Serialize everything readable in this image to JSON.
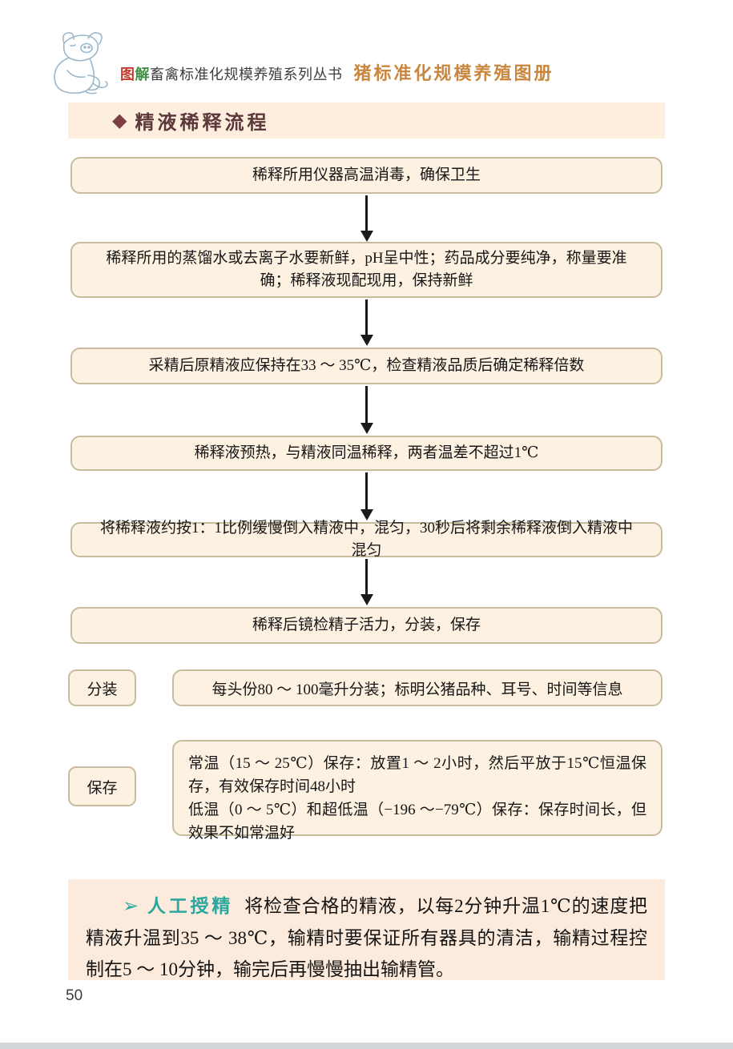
{
  "header": {
    "logo_prefix_char1": "图",
    "logo_prefix_char2": "解",
    "series_name": "畜禽标准化规模养殖系列丛书",
    "book_title": "猪标准化规模养殖图册"
  },
  "section": {
    "bullet": "◆",
    "title": "精液稀释流程"
  },
  "flowchart": {
    "steps": [
      "稀释所用仪器高温消毒，确保卫生",
      "稀释所用的蒸馏水或去离子水要新鲜，pH呈中性；药品成分要纯净，称量要准确；稀释液现配现用，保持新鲜",
      "采精后原精液应保持在33 ～ 35℃，检查精液品质后确定稀释倍数",
      "稀释液预热，与精液同温稀释，两者温差不超过1℃",
      "将稀释液约按1：1比例缓慢倒入精液中，混匀，30秒后将剩余稀释液倒入精液中混匀",
      "稀释后镜检精子活力，分装，保存"
    ]
  },
  "detail_rows": {
    "fenzhuang": {
      "label": "分装",
      "text": "每头份80 ～ 100毫升分装；标明公猪品种、耳号、时间等信息"
    },
    "baocun": {
      "label": "保存",
      "line1": "常温（15 ～ 25℃）保存：放置1 ～ 2小时，然后平放于15℃恒温保存，有效保存时间48小时",
      "line2": "低温（0 ～ 5℃）和超低温（−196 ～−79℃）保存：保存时间长，但效果不如常温好"
    }
  },
  "note": {
    "marker": "➢",
    "keyword": "人工授精",
    "text": "将检查合格的精液，以每2分钟升温1℃的速度把精液升温到35 ～ 38℃，输精时要保证所有器具的清洁，输精过程控制在5 ～ 10分钟，输完后再慢慢抽出输精管。"
  },
  "footer": {
    "page_number": "50"
  },
  "colors": {
    "box_fill": "#fdf2e2",
    "box_border": "#c9bb9e",
    "band_fill": "#fdeedd",
    "note_fill": "#fcebdc",
    "section_maroon": "#5c383c",
    "book_title_orange": "#c9863c",
    "teal_accent": "#2ba79f",
    "arrow_black": "#1a1a1a"
  }
}
